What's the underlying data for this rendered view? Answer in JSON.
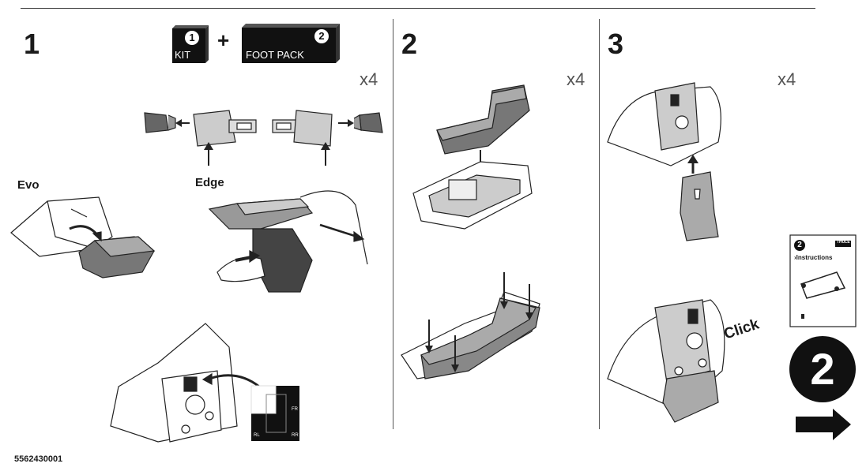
{
  "steps": [
    {
      "number": "1",
      "multiplier": "x4"
    },
    {
      "number": "2",
      "multiplier": "x4"
    },
    {
      "number": "3",
      "multiplier": "x4"
    }
  ],
  "kit_box": {
    "badge": "1",
    "label": "KIT"
  },
  "plus_sign": "+",
  "foot_pack_box": {
    "badge": "2",
    "label": "FOOT PACK"
  },
  "variants": {
    "evo": "Evo",
    "edge": "Edge"
  },
  "position_chart": {
    "front_right": "FR",
    "rear_left": "RL",
    "rear_right": "RR"
  },
  "click_label": "Click",
  "booklet": {
    "badge": "2",
    "title": "Instructions",
    "brand": "THULE"
  },
  "next_step": {
    "number": "2"
  },
  "document_number": "5562430001"
}
